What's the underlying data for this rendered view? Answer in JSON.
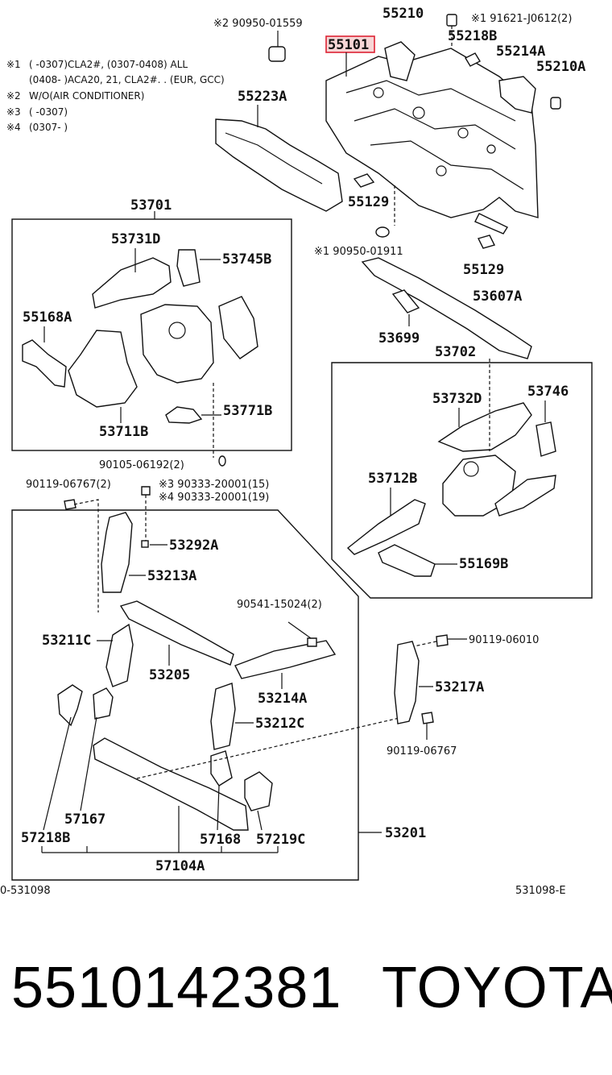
{
  "notes": {
    "n1_mark": "※1",
    "n1_line1": "(       -0307)CLA2#, (0307-0408) ALL",
    "n1_line2": "(0408-       )ACA20, 21, CLA2#. . (EUR, GCC)",
    "n2_mark": "※2",
    "n2_text": "W/O(AIR CONDITIONER)",
    "n3_mark": "※3",
    "n3_text": "(       -0307)",
    "n4_mark": "※4",
    "n4_text": "(0307-       )"
  },
  "labels": {
    "p55210": "55210",
    "p91621": "※1 91621-J0612(2)",
    "p90950a": "※2 90950-01559",
    "p55101": "55101",
    "p55218b": "55218B",
    "p55214a": "55214A",
    "p55210a": "55210A",
    "p55223a": "55223A",
    "p55129a": "55129",
    "p90950b": "※1 90950-01911",
    "p55129b": "55129",
    "p53701": "53701",
    "p53731d": "53731D",
    "p53745b": "53745B",
    "p55168a": "55168A",
    "p53711b": "53711B",
    "p53771b": "53771B",
    "p53607a": "53607A",
    "p53699": "53699",
    "p53702": "53702",
    "p53732d": "53732D",
    "p53746": "53746",
    "p53712b": "53712B",
    "p55169b": "55169B",
    "p90105": "90105-06192(2)",
    "p90119a": "90119-06767(2)",
    "p90333a": "※3 90333-20001(15)",
    "p90333b": "※4 90333-20001(19)",
    "p53292a": "53292A",
    "p53213a": "53213A",
    "p90541": "90541-15024(2)",
    "p53211c": "53211C",
    "p53205": "53205",
    "p53214a": "53214A",
    "p90119b": "90119-06010",
    "p53217a": "53217A",
    "p53212c": "53212C",
    "p90119c": "90119-06767",
    "p57167": "57167",
    "p57218b": "57218B",
    "p57168": "57168",
    "p57219c": "57219C",
    "p53201": "53201",
    "p57104a": "57104A"
  },
  "refs": {
    "left": "0-531098",
    "right": "531098-E"
  },
  "footer": {
    "part_number": "5510142381",
    "brand": "TOYOTA"
  },
  "colors": {
    "highlight": "#d23333"
  }
}
